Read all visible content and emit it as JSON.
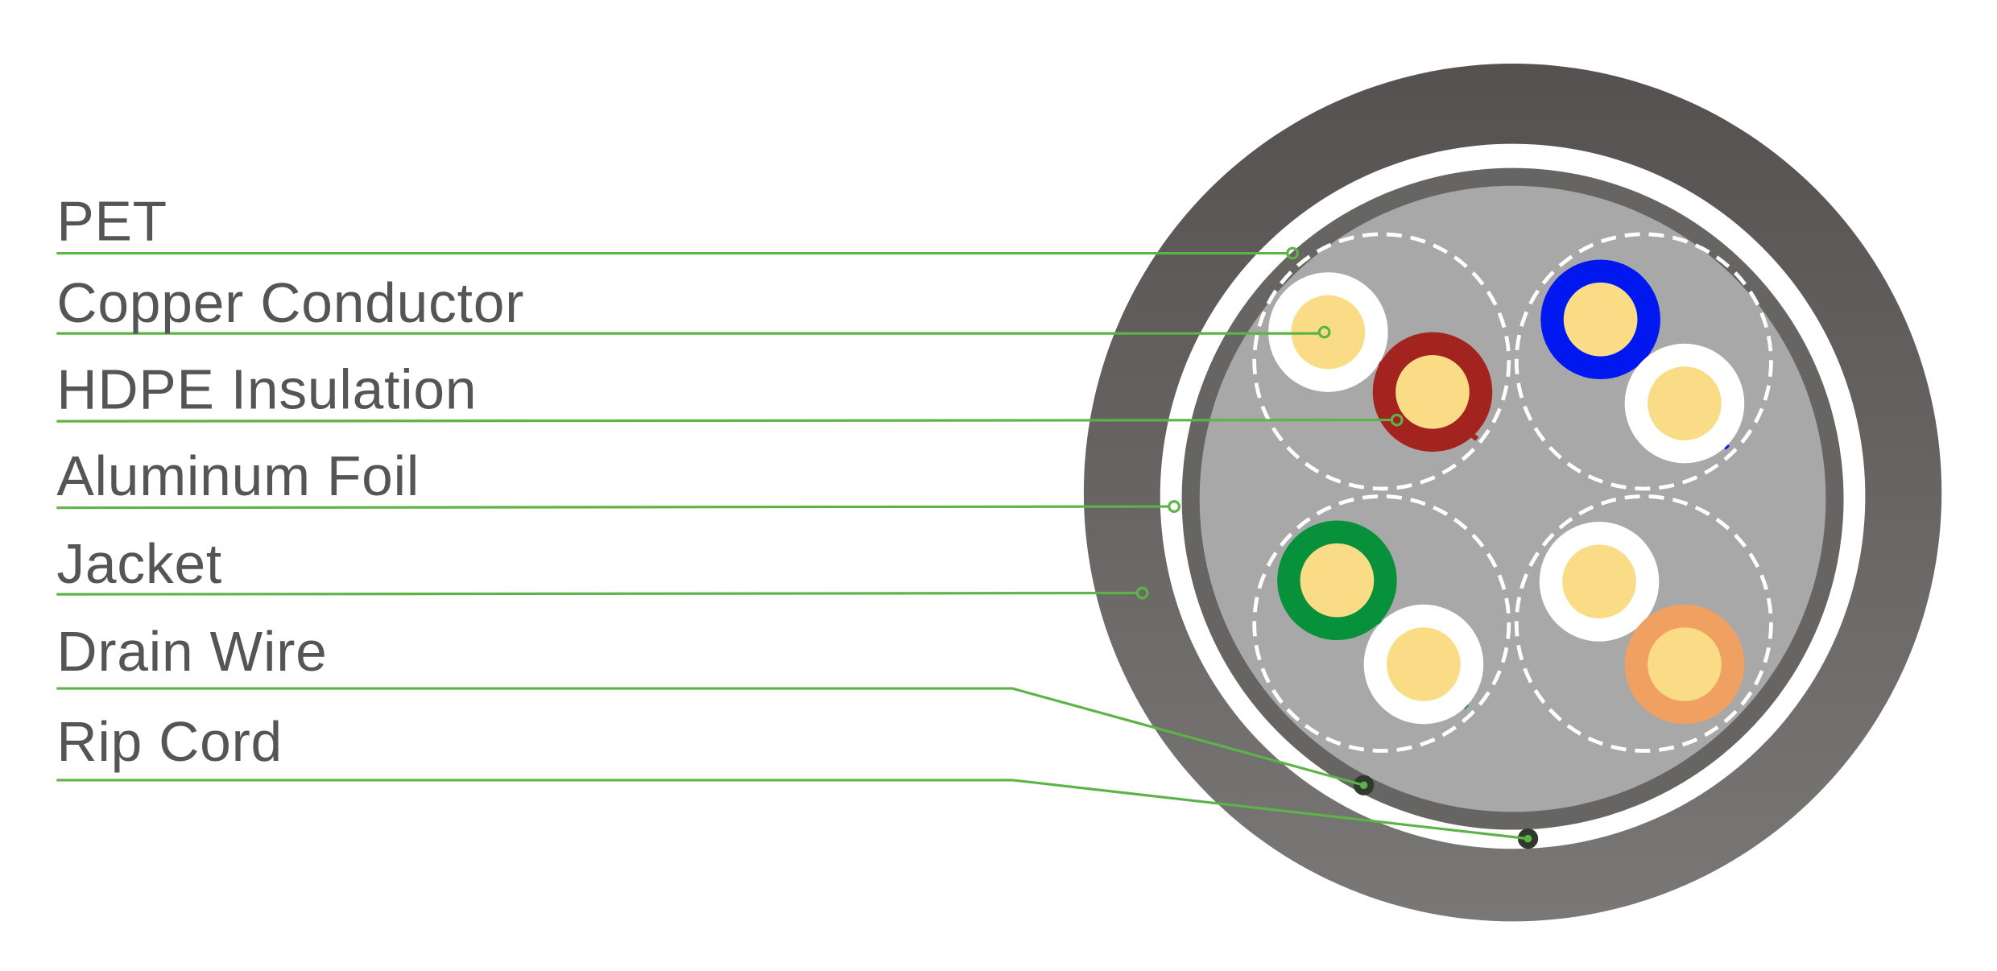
{
  "diagram": {
    "labels": {
      "pet": "PET",
      "copper_conductor": "Copper Conductor",
      "hdpe_insulation": "HDPE Insulation",
      "aluminum_foil": "Aluminum Foil",
      "jacket": "Jacket",
      "drain_wire": "Drain Wire",
      "rip_cord": "Rip Cord"
    },
    "colors": {
      "jacket": "#5e5b5a",
      "foil": "#6b6968",
      "core_fill": "#a6a6a6",
      "conductor": "#f9dc85",
      "leader": "#5cb346",
      "pair_brown": "#a3231f",
      "pair_blue": "#0018f0",
      "pair_green": "#07913a",
      "pair_orange": "#f0a060"
    }
  }
}
